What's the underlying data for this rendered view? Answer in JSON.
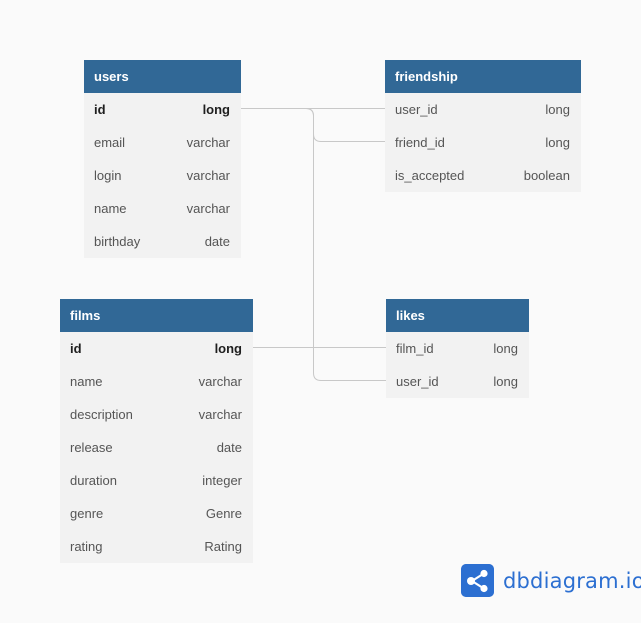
{
  "tables": {
    "users": {
      "name": "users",
      "columns": [
        {
          "name": "id",
          "type": "long",
          "pk": true
        },
        {
          "name": "email",
          "type": "varchar"
        },
        {
          "name": "login",
          "type": "varchar"
        },
        {
          "name": "name",
          "type": "varchar"
        },
        {
          "name": "birthday",
          "type": "date"
        }
      ]
    },
    "friendship": {
      "name": "friendship",
      "columns": [
        {
          "name": "user_id",
          "type": "long"
        },
        {
          "name": "friend_id",
          "type": "long"
        },
        {
          "name": "is_accepted",
          "type": "boolean"
        }
      ]
    },
    "films": {
      "name": "films",
      "columns": [
        {
          "name": "id",
          "type": "long",
          "pk": true
        },
        {
          "name": "name",
          "type": "varchar"
        },
        {
          "name": "description",
          "type": "varchar"
        },
        {
          "name": "release",
          "type": "date"
        },
        {
          "name": "duration",
          "type": "integer"
        },
        {
          "name": "genre",
          "type": "Genre"
        },
        {
          "name": "rating",
          "type": "Rating"
        }
      ]
    },
    "likes": {
      "name": "likes",
      "columns": [
        {
          "name": "film_id",
          "type": "long"
        },
        {
          "name": "user_id",
          "type": "long"
        }
      ]
    }
  },
  "relationships": [
    {
      "from": "users.id",
      "to": "friendship.user_id"
    },
    {
      "from": "users.id",
      "to": "friendship.friend_id"
    },
    {
      "from": "users.id",
      "to": "likes.user_id"
    },
    {
      "from": "films.id",
      "to": "likes.film_id"
    }
  ],
  "brand": {
    "text": "dbdiagram.io",
    "icon": "share-nodes-icon"
  },
  "colors": {
    "header_bg": "#316896",
    "table_bg": "#f2f2f2",
    "canvas_bg": "#fafafa",
    "connector": "#c8c8c8",
    "brand": "#2c6fd1"
  }
}
